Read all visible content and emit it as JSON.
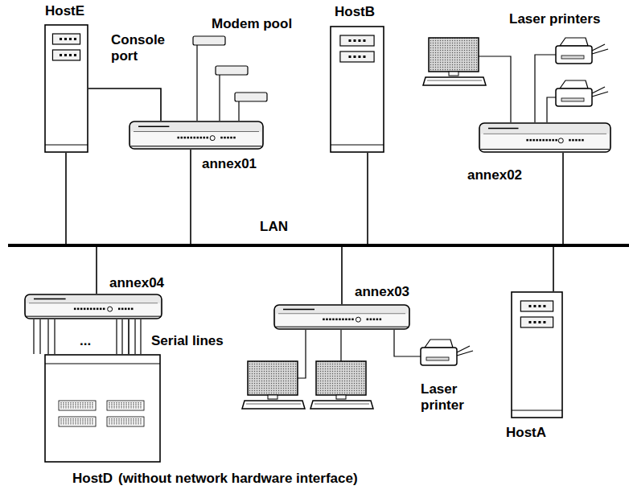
{
  "diagram": {
    "nodes": [
      {
        "text": [
          "HostE"
        ]
      },
      {
        "text": [
          "annex01"
        ]
      },
      {
        "text": [
          "HostB"
        ]
      },
      {
        "text": [
          "annex02"
        ]
      },
      {
        "text": [
          "LAN"
        ]
      },
      {
        "text": [
          "annex04"
        ]
      },
      {
        "text": [
          "annex03"
        ]
      },
      {
        "text": [
          "HostA"
        ]
      },
      {
        "text": [
          "HostD",
          "(without network hardware interface)"
        ]
      }
    ],
    "edges": [
      {
        "from": 0,
        "to": 4,
        "arrow": "none"
      },
      {
        "from": 1,
        "to": 4,
        "arrow": "none"
      },
      {
        "from": 2,
        "to": 4,
        "arrow": "none"
      },
      {
        "from": 3,
        "to": 4,
        "arrow": "none"
      },
      {
        "from": 4,
        "to": 5,
        "arrow": "none"
      },
      {
        "from": 4,
        "to": 6,
        "arrow": "none"
      },
      {
        "from": 4,
        "to": 7,
        "arrow": "none"
      },
      {
        "from": 0,
        "to": 1,
        "label": "Console port",
        "arrow": "none"
      },
      {
        "from": 5,
        "to": 8,
        "label": "Serial lines",
        "arrow": "none"
      }
    ],
    "labels": [
      "Modem pool",
      "Laser printers",
      "...",
      "Laser printer"
    ]
  }
}
